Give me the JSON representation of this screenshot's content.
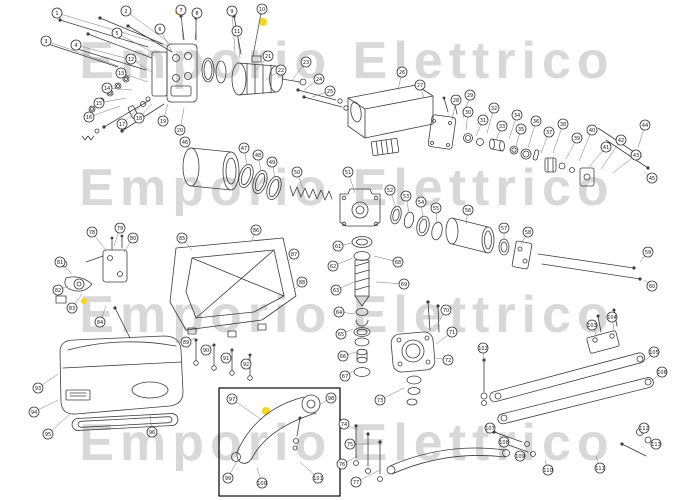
{
  "page": {
    "background": "#ffffff"
  },
  "watermark": {
    "text": "Emporio Elettrico",
    "color": "#d8d8d8",
    "dot_color": "#f7d718",
    "dots": [
      [
        263,
        22,
        4
      ],
      [
        178,
        12,
        3
      ],
      [
        266,
        411,
        4
      ],
      [
        84,
        301,
        3
      ]
    ]
  },
  "diagram": {
    "type": "exploded-parts-diagram",
    "description": "Exploded spare-parts view of a gate operator: pump unit with screws, electric motor, housing beam, seal kit, gearbox, output shaft stack, back plate, release lever, outer cover, mounting flange, articulated arm set and detail inset box"
  },
  "callouts": [
    [
      "1",
      57,
      13,
      168,
      46
    ],
    [
      "2",
      126,
      11,
      172,
      45
    ],
    [
      "3",
      46,
      41,
      118,
      66
    ],
    [
      "4",
      76,
      45,
      140,
      62
    ],
    [
      "5",
      117,
      33,
      152,
      52
    ],
    [
      "6",
      160,
      29,
      172,
      52
    ],
    [
      "7",
      181,
      10,
      183,
      40
    ],
    [
      "8",
      197,
      13,
      195,
      40
    ],
    [
      "9",
      232,
      11,
      235,
      52
    ],
    [
      "10",
      262,
      9,
      253,
      55
    ],
    [
      "11",
      237,
      31,
      240,
      58
    ],
    [
      "12",
      131,
      59,
      152,
      72
    ],
    [
      "13",
      121,
      73,
      148,
      82
    ],
    [
      "14",
      107,
      88,
      132,
      90
    ],
    [
      "15",
      99,
      103,
      126,
      98
    ],
    [
      "16",
      89,
      117,
      120,
      106
    ],
    [
      "17",
      122,
      124,
      140,
      107
    ],
    [
      "18",
      139,
      118,
      152,
      104
    ],
    [
      "19",
      163,
      121,
      168,
      104
    ],
    [
      "20",
      180,
      130,
      184,
      108
    ],
    [
      "21",
      268,
      56,
      256,
      70
    ],
    [
      "22",
      281,
      70,
      266,
      80
    ],
    [
      "23",
      306,
      62,
      292,
      80
    ],
    [
      "24",
      319,
      79,
      304,
      90
    ],
    [
      "25",
      330,
      91,
      312,
      97
    ],
    [
      "26",
      402,
      72,
      398,
      90
    ],
    [
      "27",
      420,
      85,
      424,
      98
    ],
    [
      "28",
      456,
      100,
      452,
      120
    ],
    [
      "29",
      470,
      95,
      463,
      118
    ],
    [
      "30",
      468,
      112,
      466,
      130
    ],
    [
      "31",
      483,
      120,
      476,
      136
    ],
    [
      "32",
      494,
      108,
      487,
      133
    ],
    [
      "33",
      502,
      126,
      496,
      140
    ],
    [
      "34",
      517,
      115,
      509,
      139
    ],
    [
      "35",
      521,
      129,
      516,
      146
    ],
    [
      "36",
      536,
      121,
      528,
      148
    ],
    [
      "37",
      549,
      132,
      541,
      153
    ],
    [
      "38",
      563,
      124,
      553,
      153
    ],
    [
      "39",
      577,
      138,
      566,
      159
    ],
    [
      "40",
      592,
      130,
      579,
      161
    ],
    [
      "41",
      606,
      147,
      589,
      167
    ],
    [
      "42",
      621,
      140,
      601,
      169
    ],
    [
      "43",
      636,
      155,
      613,
      173
    ],
    [
      "44",
      645,
      125,
      638,
      148
    ],
    [
      "45",
      652,
      178,
      644,
      172
    ],
    [
      "46",
      185,
      142,
      190,
      150
    ],
    [
      "47",
      244,
      148,
      247,
      165
    ],
    [
      "48",
      258,
      155,
      261,
      171
    ],
    [
      "49",
      272,
      162,
      275,
      178
    ],
    [
      "50",
      297,
      172,
      303,
      189
    ],
    [
      "51",
      348,
      172,
      355,
      193
    ],
    [
      "52",
      390,
      190,
      396,
      208
    ],
    [
      "53",
      406,
      196,
      409,
      213
    ],
    [
      "54",
      421,
      202,
      423,
      219
    ],
    [
      "55",
      436,
      208,
      437,
      224
    ],
    [
      "56",
      468,
      210,
      466,
      224
    ],
    [
      "57",
      504,
      228,
      504,
      240
    ],
    [
      "58",
      528,
      232,
      521,
      244
    ],
    [
      "59",
      648,
      252,
      640,
      262
    ],
    [
      "60",
      652,
      286,
      644,
      280
    ],
    [
      "61",
      338,
      246,
      352,
      243
    ],
    [
      "62",
      333,
      266,
      353,
      258
    ],
    [
      "63",
      336,
      290,
      354,
      282
    ],
    [
      "64",
      339,
      312,
      355,
      314
    ],
    [
      "65",
      341,
      334,
      353,
      329
    ],
    [
      "66",
      343,
      356,
      356,
      352
    ],
    [
      "67",
      345,
      376,
      353,
      371
    ],
    [
      "68",
      398,
      262,
      374,
      256
    ],
    [
      "69",
      404,
      284,
      376,
      282
    ],
    [
      "70",
      446,
      310,
      436,
      326
    ],
    [
      "71",
      452,
      332,
      436,
      344
    ],
    [
      "72",
      448,
      360,
      436,
      358
    ],
    [
      "73",
      380,
      400,
      404,
      388
    ],
    [
      "74",
      344,
      424,
      358,
      430
    ],
    [
      "75",
      350,
      444,
      370,
      444
    ],
    [
      "76",
      342,
      464,
      358,
      456
    ],
    [
      "77",
      356,
      482,
      380,
      470
    ],
    [
      "78",
      92,
      232,
      106,
      250
    ],
    [
      "79",
      120,
      228,
      114,
      246
    ],
    [
      "80",
      133,
      238,
      124,
      252
    ],
    [
      "81",
      60,
      262,
      72,
      274
    ],
    [
      "82",
      58,
      290,
      68,
      286
    ],
    [
      "83",
      72,
      308,
      82,
      294
    ],
    [
      "84",
      100,
      322,
      106,
      306
    ],
    [
      "85",
      182,
      238,
      192,
      250
    ],
    [
      "86",
      256,
      230,
      252,
      240
    ],
    [
      "87",
      294,
      254,
      288,
      262
    ],
    [
      "88",
      302,
      282,
      294,
      290
    ],
    [
      "89",
      186,
      342,
      195,
      338
    ],
    [
      "90",
      206,
      350,
      214,
      344
    ],
    [
      "91",
      226,
      358,
      232,
      350
    ],
    [
      "92",
      246,
      364,
      250,
      356
    ],
    [
      "93",
      38,
      388,
      58,
      374
    ],
    [
      "94",
      34,
      412,
      58,
      400
    ],
    [
      "95",
      48,
      434,
      70,
      414
    ],
    [
      "96",
      152,
      432,
      150,
      414
    ],
    [
      "97",
      232,
      399,
      262,
      420
    ],
    [
      "98",
      331,
      398,
      319,
      405
    ],
    [
      "99",
      228,
      478,
      237,
      461
    ],
    [
      "100",
      262,
      483,
      257,
      468
    ],
    [
      "101",
      318,
      478,
      300,
      462
    ],
    [
      "102",
      483,
      348,
      484,
      361
    ],
    [
      "103",
      592,
      325,
      597,
      337
    ],
    [
      "104",
      612,
      317,
      614,
      330
    ],
    [
      "105",
      654,
      352,
      646,
      360
    ],
    [
      "106",
      662,
      372,
      653,
      380
    ],
    [
      "107",
      490,
      428,
      498,
      433
    ],
    [
      "108",
      504,
      442,
      510,
      446
    ],
    [
      "109",
      520,
      456,
      526,
      451
    ],
    [
      "110",
      548,
      470,
      545,
      460
    ],
    [
      "111",
      600,
      468,
      596,
      456
    ],
    [
      "112",
      644,
      428,
      641,
      434
    ],
    [
      "113",
      656,
      444,
      650,
      445
    ]
  ]
}
